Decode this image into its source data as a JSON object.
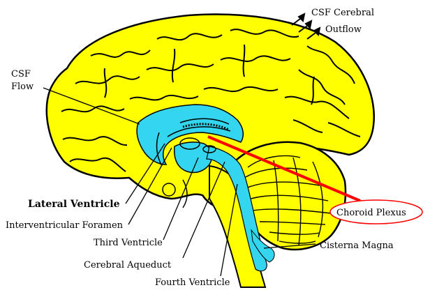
{
  "labels": {
    "csf_flow_line1": "CSF",
    "csf_flow_line2": "Flow",
    "csf_cerebral_line1": "CSF Cerebral",
    "csf_cerebral_line2": "Outflow",
    "lateral_ventricle": "Lateral Ventricle",
    "interventricular_foramen": "Interventricular Foramen",
    "third_ventricle": "Third Ventricle",
    "cerebral_aqueduct": "Cerebral Aqueduct",
    "fourth_ventricle": "Fourth Ventricle",
    "choroid_plexus": "Choroid Plexus",
    "cisterna_magna": "Cisterna Magna"
  },
  "colors": {
    "brain": "#ffff00",
    "csf": "#33d6ee",
    "outline": "#000000",
    "highlight": "#ff0000"
  }
}
